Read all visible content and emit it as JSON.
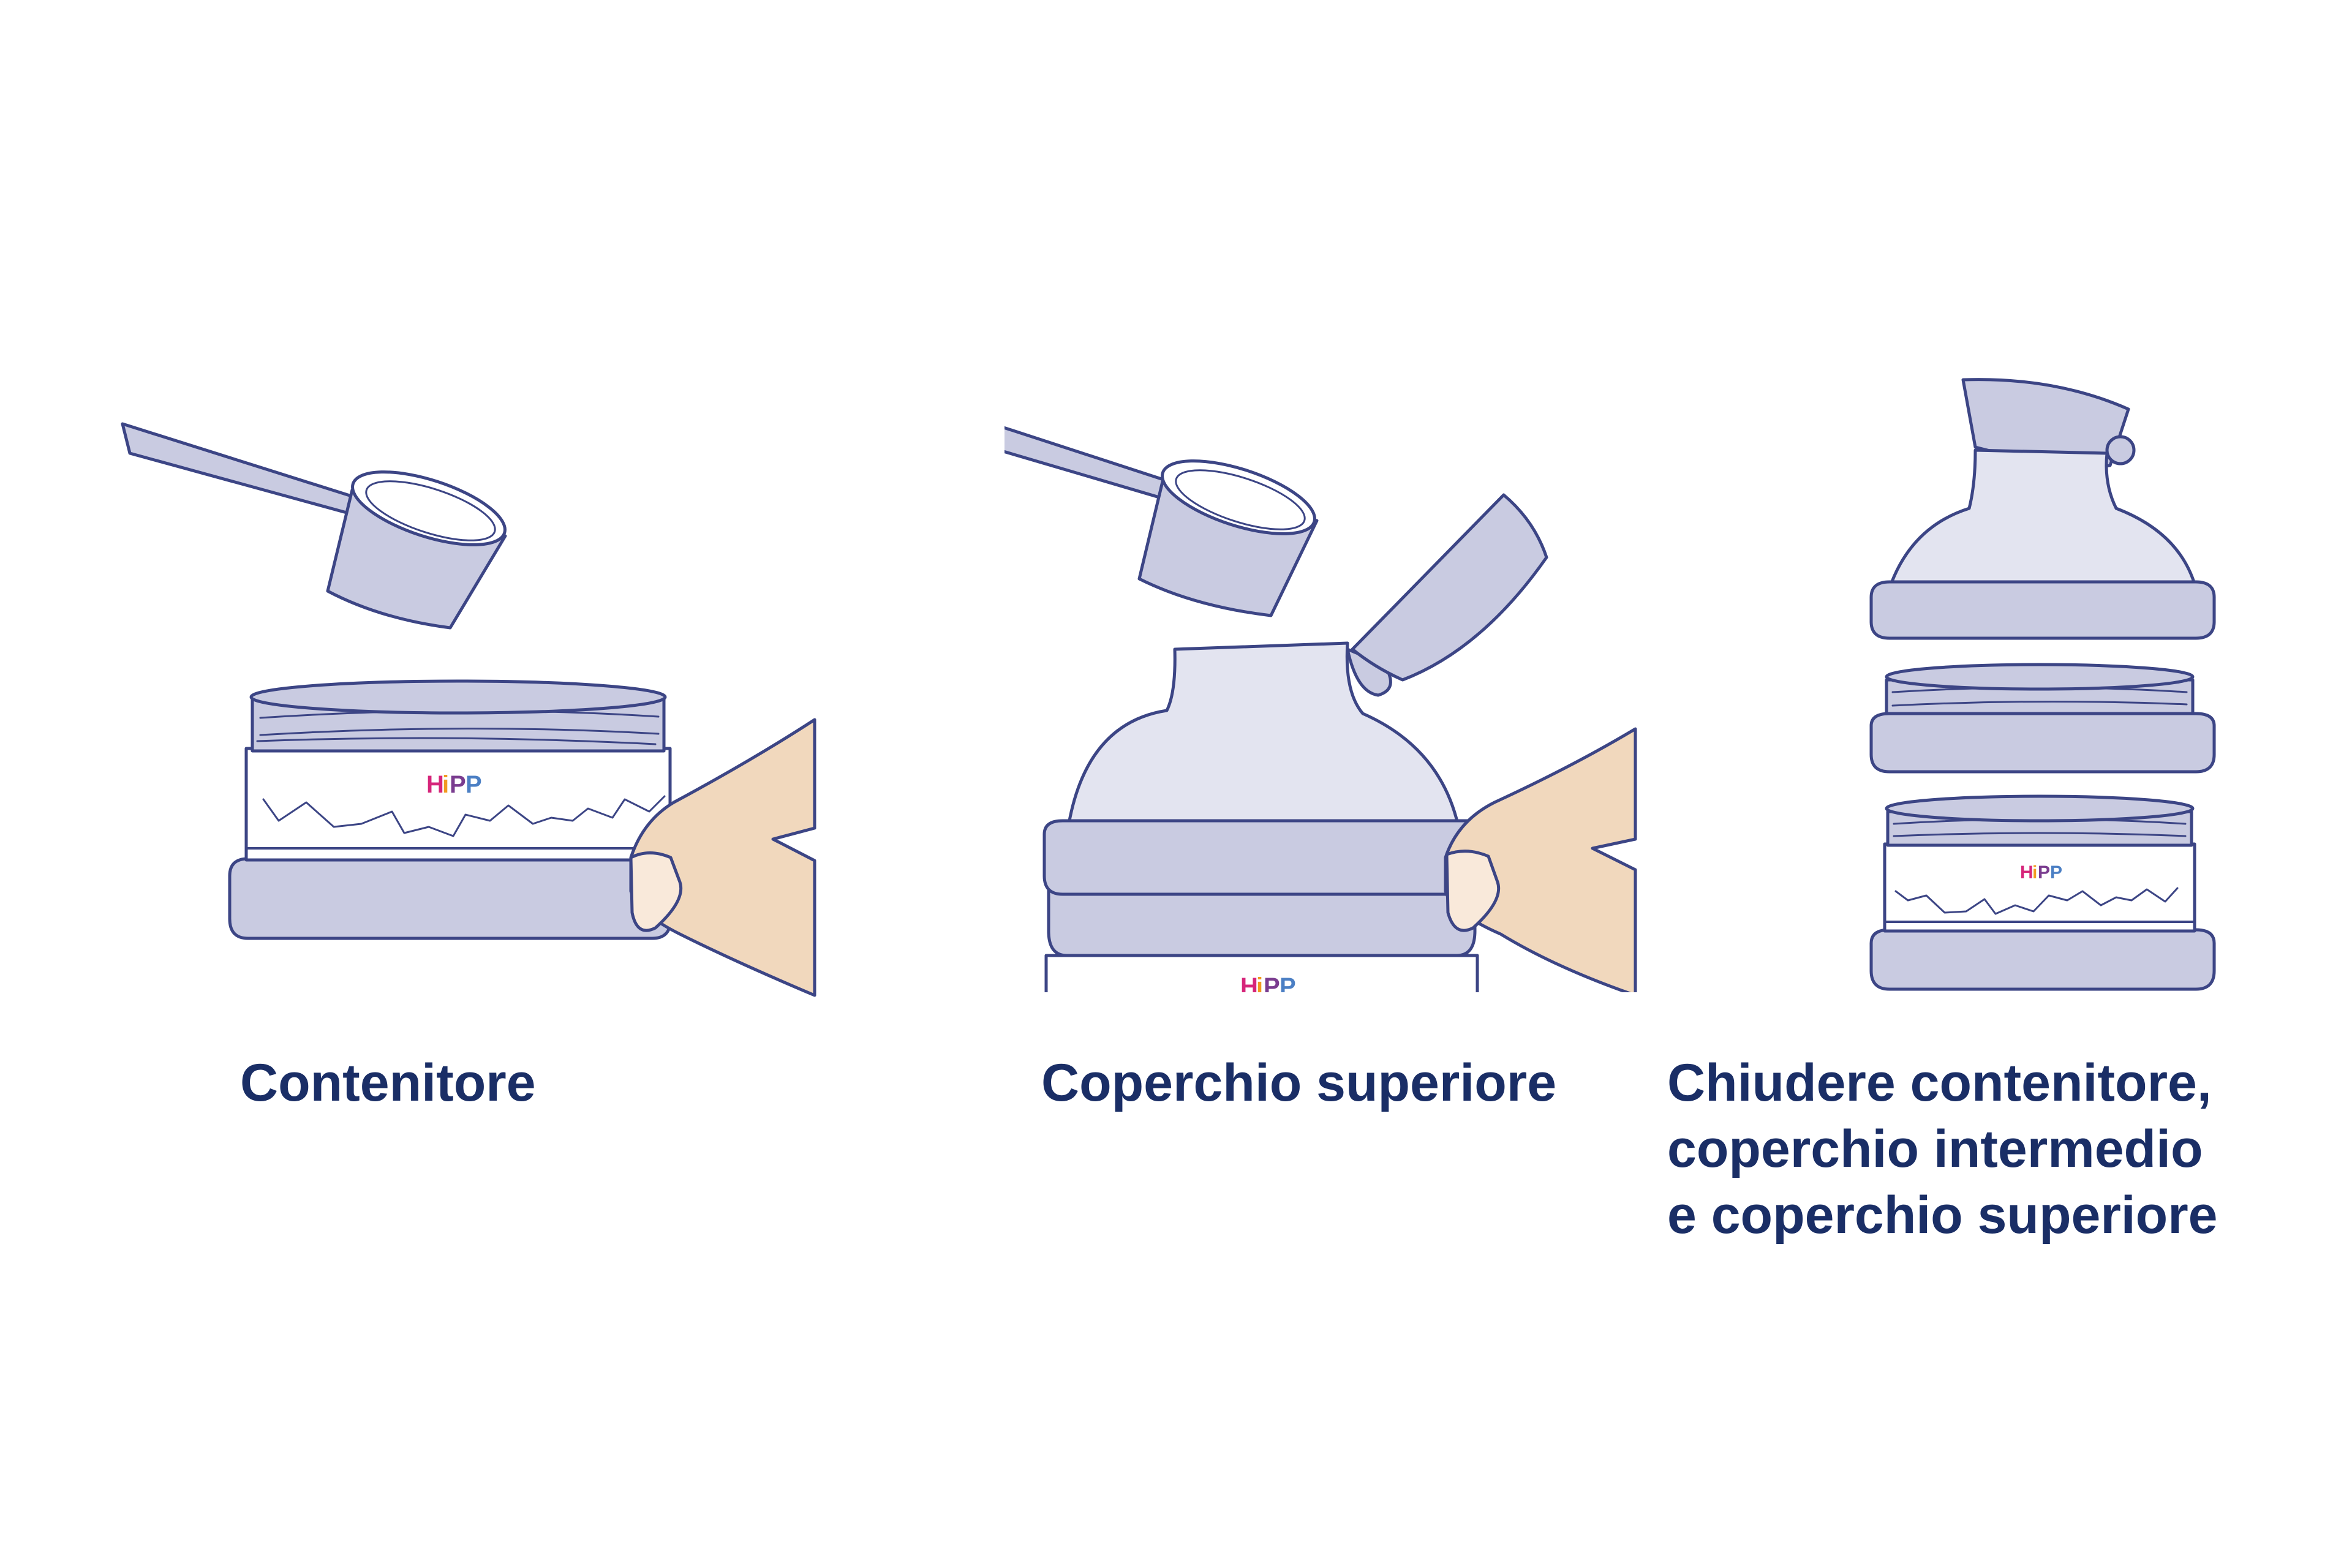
{
  "colors": {
    "outline": "#3c4585",
    "fill": "#c9cbe1",
    "fill_light": "#e3e4f0",
    "skin": "#f1d8bd",
    "nail": "#f9e9da",
    "text": "#1a2e66",
    "logo_h": "#d6257a",
    "logo_i": "#f29a21",
    "logo_p1": "#7a3c8f",
    "logo_p2": "#4b7fc4"
  },
  "logo": {
    "text": "HiPP"
  },
  "steps": [
    {
      "label_lines": [
        "Contenitore"
      ]
    },
    {
      "label_lines": [
        "Coperchio superiore"
      ]
    },
    {
      "label_lines": [
        "Chiudere contenitore,",
        "coperchio intermedio",
        "e coperchio superiore"
      ]
    }
  ]
}
